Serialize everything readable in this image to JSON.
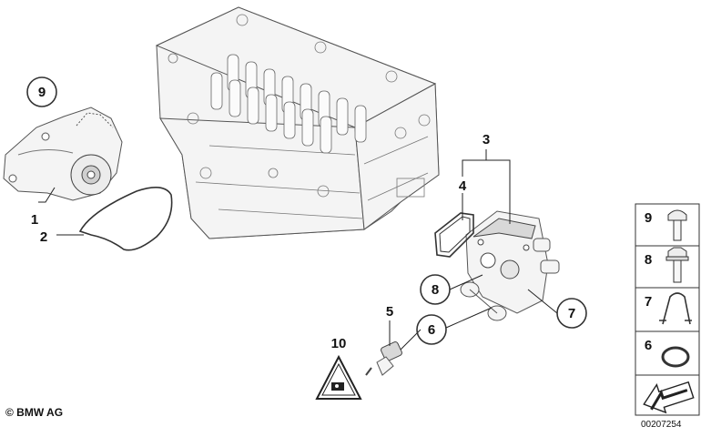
{
  "diagram": {
    "callouts": {
      "p9": "9",
      "p1": "1",
      "p2": "2",
      "p3": "3",
      "p4": "4",
      "p8": "8",
      "p7": "7",
      "p5": "5",
      "p6": "6",
      "p10": "10"
    },
    "legend": {
      "items": [
        {
          "num": "9",
          "icon": "bolt-icon"
        },
        {
          "num": "8",
          "icon": "flange-bolt-icon"
        },
        {
          "num": "7",
          "icon": "spring-clip-icon"
        },
        {
          "num": "6",
          "icon": "o-ring-icon"
        }
      ],
      "arrow_icon": "back-arrow-icon"
    },
    "warning_icon": "caution-hot-triangle-icon",
    "copyright": "© BMW AG",
    "document_number": "00207254",
    "colors": {
      "line": "#333333",
      "part_fill": "#f4f4f4",
      "shade": "#d0d0d0"
    }
  }
}
